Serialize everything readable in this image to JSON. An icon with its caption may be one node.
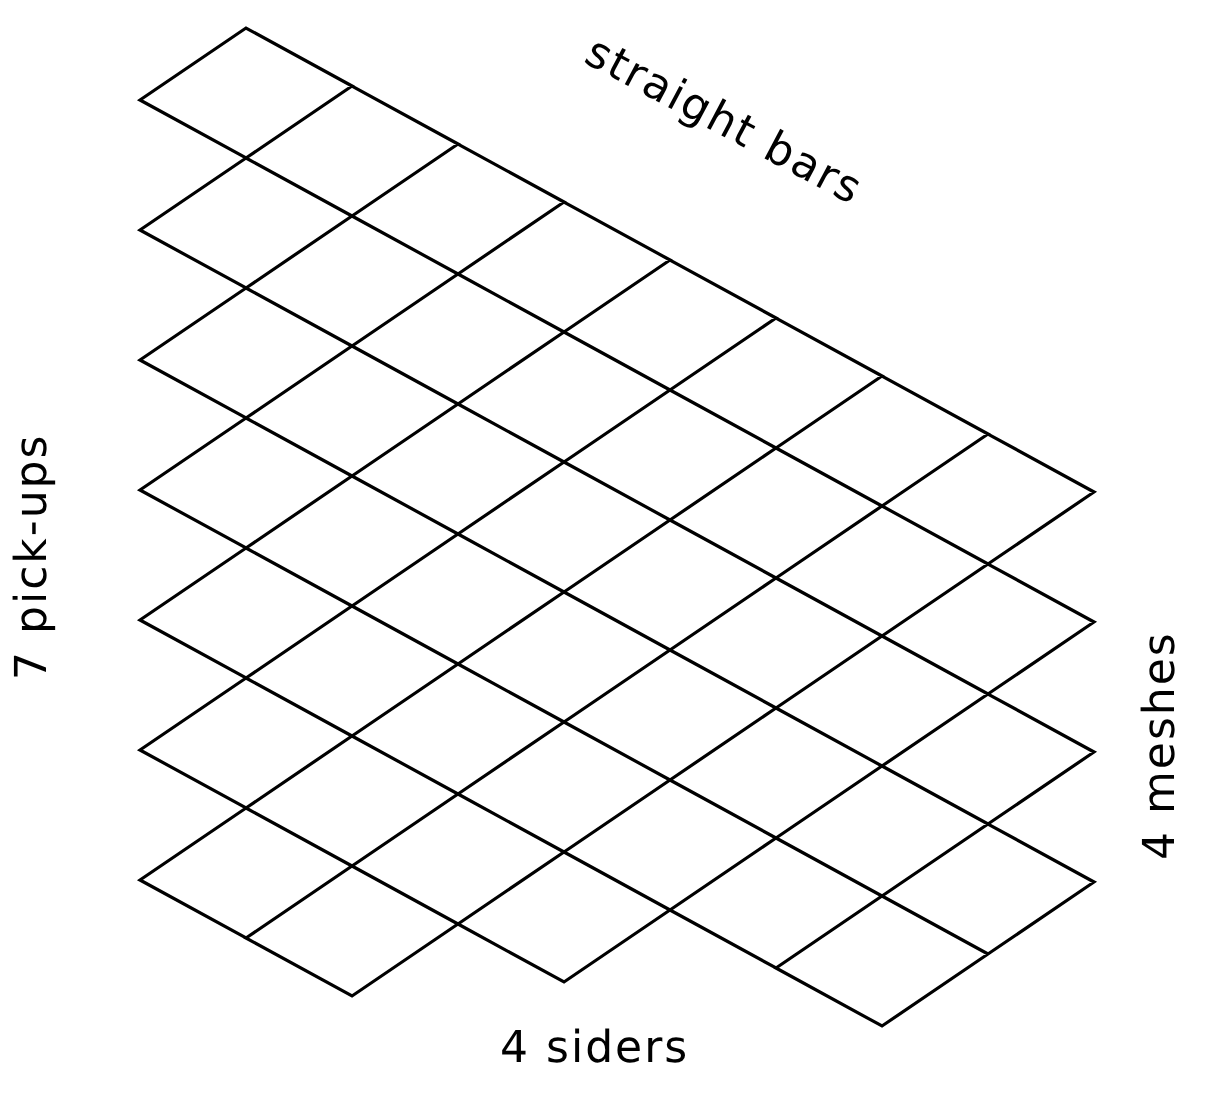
{
  "diagram": {
    "labels": [
      "straight bars",
      "7 pick-ups",
      "4 meshes",
      "4 siders"
    ]
  }
}
